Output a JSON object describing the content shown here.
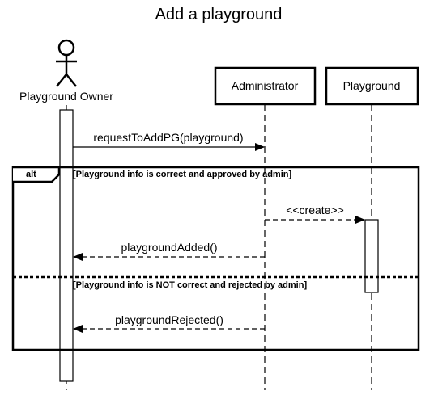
{
  "diagram": {
    "title": "Add a playground",
    "actor": {
      "label": "Playground Owner"
    },
    "participants": [
      {
        "label": "Administrator"
      },
      {
        "label": "Playground"
      }
    ],
    "messages": {
      "request": "requestToAddPG(playground)",
      "create": "<<create>>",
      "added": "playgroundAdded()",
      "rejected": "playgroundRejected()"
    },
    "fragment": {
      "operator": "alt",
      "guard1": "[Playground info is correct and approved by admin]",
      "guard2": "[Playground info is NOT correct and rejected by admin]"
    }
  }
}
